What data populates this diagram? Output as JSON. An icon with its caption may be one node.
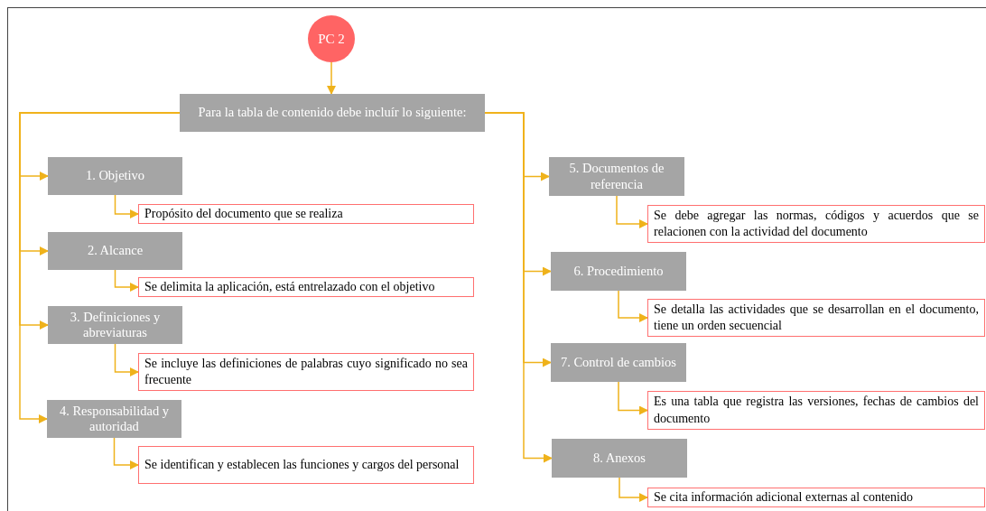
{
  "diagram": {
    "nodes": [
      {
        "text": [
          "PC 2"
        ]
      },
      {
        "text": [
          "Para la tabla de contenido debe incluír lo siguiente:"
        ]
      },
      {
        "text": [
          "1. Objetivo"
        ]
      },
      {
        "text": [
          "Propósito del documento que se realiza"
        ]
      },
      {
        "text": [
          "2. Alcance"
        ]
      },
      {
        "text": [
          "Se delimita la aplicación, está entrelazado con el objetivo"
        ]
      },
      {
        "text": [
          "3. Definiciones y abreviaturas"
        ]
      },
      {
        "text": [
          "Se incluye las definiciones de palabras cuyo significado no sea frecuente"
        ]
      },
      {
        "text": [
          "4. Responsabilidad y autoridad"
        ]
      },
      {
        "text": [
          "Se identifican y establecen las funciones y cargos del personal"
        ]
      },
      {
        "text": [
          "5. Documentos de referencia"
        ]
      },
      {
        "text": [
          "Se debe agregar las normas, códigos y acuerdos que se relacionen con la actividad del documento"
        ]
      },
      {
        "text": [
          "6. Procedimiento"
        ]
      },
      {
        "text": [
          "Se detalla las actividades que se desarrollan en el documento, tiene un orden secuencial"
        ]
      },
      {
        "text": [
          "7. Control de cambios"
        ]
      },
      {
        "text": [
          "Es una tabla que registra las versiones, fechas de cambios del documento"
        ]
      },
      {
        "text": [
          "8. Anexos"
        ]
      },
      {
        "text": [
          "Se cita información adicional externas al contenido"
        ]
      }
    ],
    "edges": [
      {
        "from": 0,
        "to": 1,
        "arrow": "to"
      },
      {
        "from": 1,
        "to": 2,
        "arrow": "to"
      },
      {
        "from": 1,
        "to": 4,
        "arrow": "to"
      },
      {
        "from": 1,
        "to": 6,
        "arrow": "to"
      },
      {
        "from": 1,
        "to": 8,
        "arrow": "to"
      },
      {
        "from": 1,
        "to": 10,
        "arrow": "to"
      },
      {
        "from": 1,
        "to": 12,
        "arrow": "to"
      },
      {
        "from": 1,
        "to": 14,
        "arrow": "to"
      },
      {
        "from": 1,
        "to": 16,
        "arrow": "to"
      },
      {
        "from": 2,
        "to": 3,
        "arrow": "to"
      },
      {
        "from": 4,
        "to": 5,
        "arrow": "to"
      },
      {
        "from": 6,
        "to": 7,
        "arrow": "to"
      },
      {
        "from": 8,
        "to": 9,
        "arrow": "to"
      },
      {
        "from": 10,
        "to": 11,
        "arrow": "to"
      },
      {
        "from": 12,
        "to": 13,
        "arrow": "to"
      },
      {
        "from": 14,
        "to": 15,
        "arrow": "to"
      },
      {
        "from": 16,
        "to": 17,
        "arrow": "to"
      }
    ]
  }
}
